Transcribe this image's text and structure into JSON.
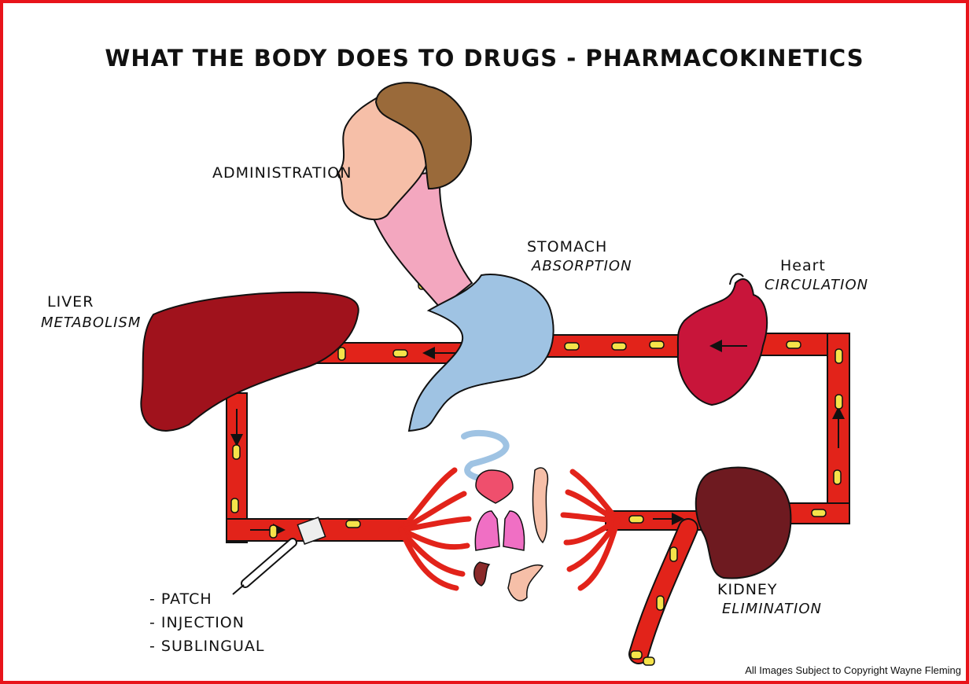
{
  "title": "WHAT THE BODY DOES TO DRUGS - PHARMACOKINETICS",
  "labels": {
    "administration": "ADMINISTRATION",
    "stomach_line1": "STOMACH",
    "stomach_line2": "ABSORPTION",
    "heart_line1": "Heart",
    "heart_line2": "CIRCULATION",
    "liver_line1": "LIVER",
    "liver_line2": "METABOLISM",
    "kidney_line1": "KIDNEY",
    "kidney_line2": "ELIMINATION"
  },
  "routes": [
    "- PATCH",
    "- INJECTION",
    "- SUBLINGUAL"
  ],
  "copyright": "All Images Subject to Copyright Wayne Fleming",
  "colors": {
    "frame": "#e8141a",
    "vessel": "#e2231a",
    "liver": "#a0121c",
    "heart": "#c8153a",
    "kidney": "#6e1a20",
    "stomach": "#9fc3e3",
    "skin": "#f6bfa8",
    "hair": "#9a6a3a",
    "pill": "#f5e34a"
  }
}
